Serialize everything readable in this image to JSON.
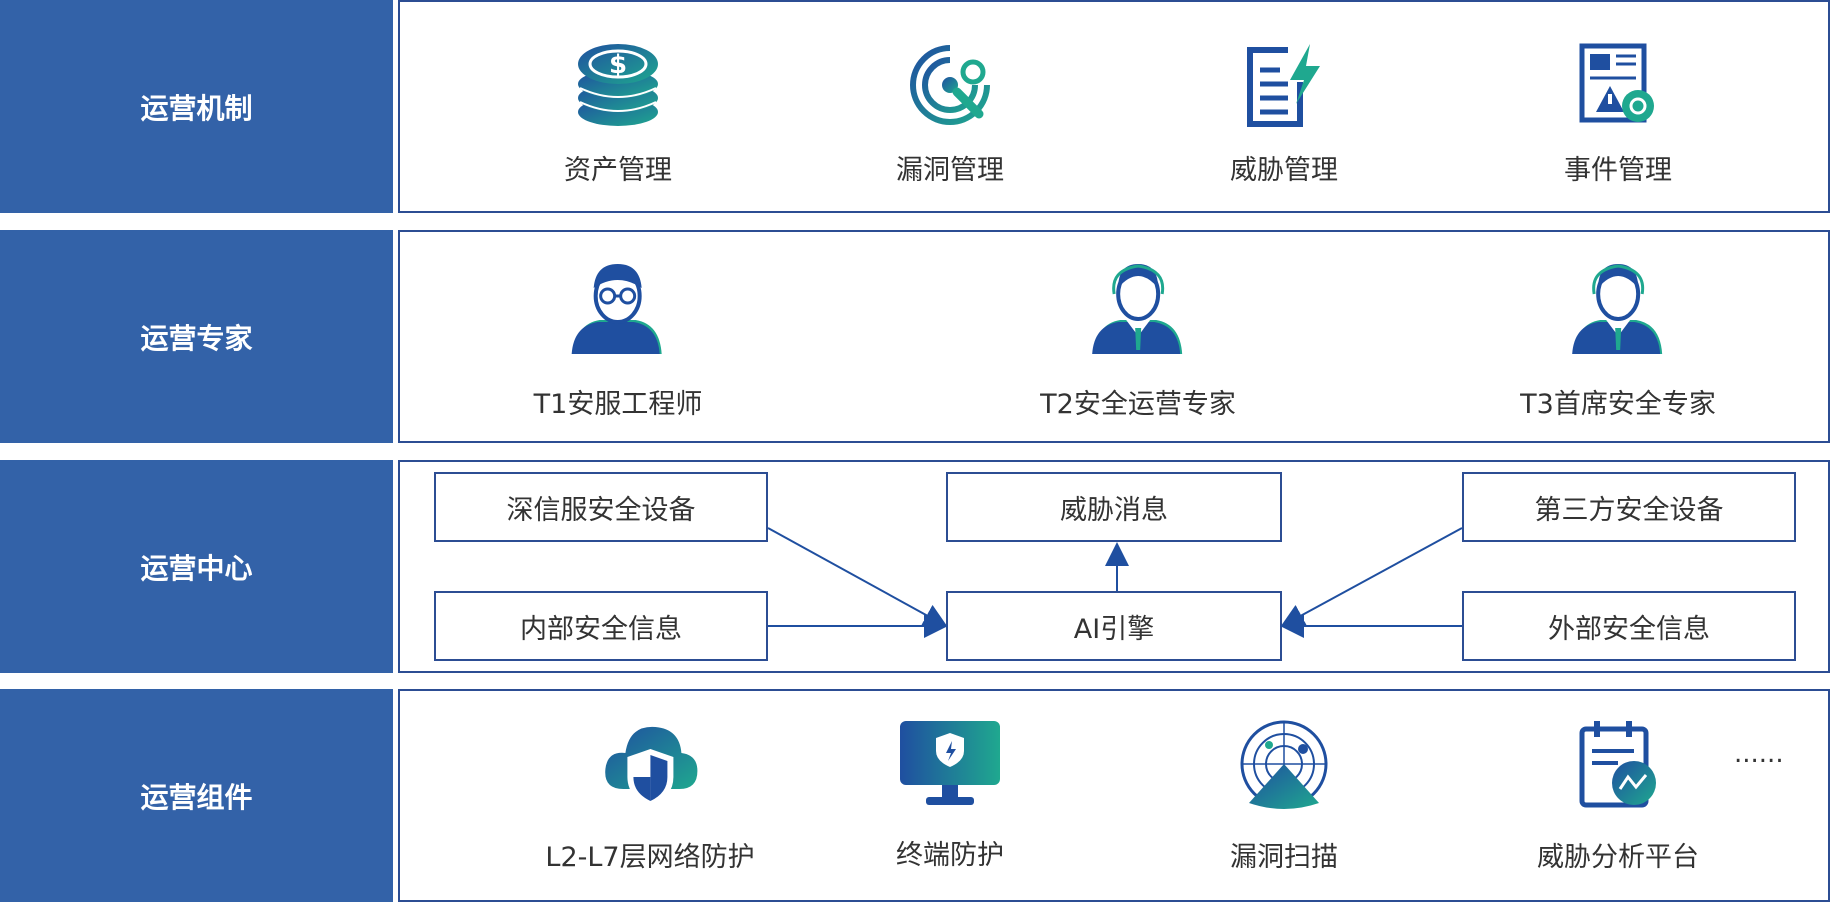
{
  "rows": {
    "mechanism": {
      "label": "运营机制",
      "items": [
        "资产管理",
        "漏洞管理",
        "威胁管理",
        "事件管理"
      ]
    },
    "experts": {
      "label": "运营专家",
      "items": [
        "T1安服工程师",
        "T2安全运营专家",
        "T3首席安全专家"
      ]
    },
    "center": {
      "label": "运营中心",
      "boxes": {
        "sangfor": "深信服安全设备",
        "internal": "内部安全信息",
        "threat_msg": "威胁消息",
        "ai": "AI引擎",
        "third_party": "第三方安全设备",
        "external": "外部安全信息"
      }
    },
    "components": {
      "label": "运营组件",
      "items": [
        "L2-L7层网络防护",
        "终端防护",
        "漏洞扫描",
        "威胁分析平台"
      ],
      "more": "......"
    }
  },
  "colors": {
    "label_bg": "#3362a8",
    "border": "#2c4d93",
    "icon_blue": "#1f4fa0",
    "icon_teal": "#1fa88f"
  },
  "icons": {
    "mechanism": [
      "coins-icon",
      "radar-wrench-icon",
      "document-lightning-icon",
      "report-warning-gear-icon"
    ],
    "experts": [
      "engineer-glasses-icon",
      "expert-headset-icon",
      "chief-expert-icon"
    ],
    "components": [
      "cloud-shield-icon",
      "monitor-shield-icon",
      "radar-scan-icon",
      "calendar-chart-icon"
    ]
  }
}
